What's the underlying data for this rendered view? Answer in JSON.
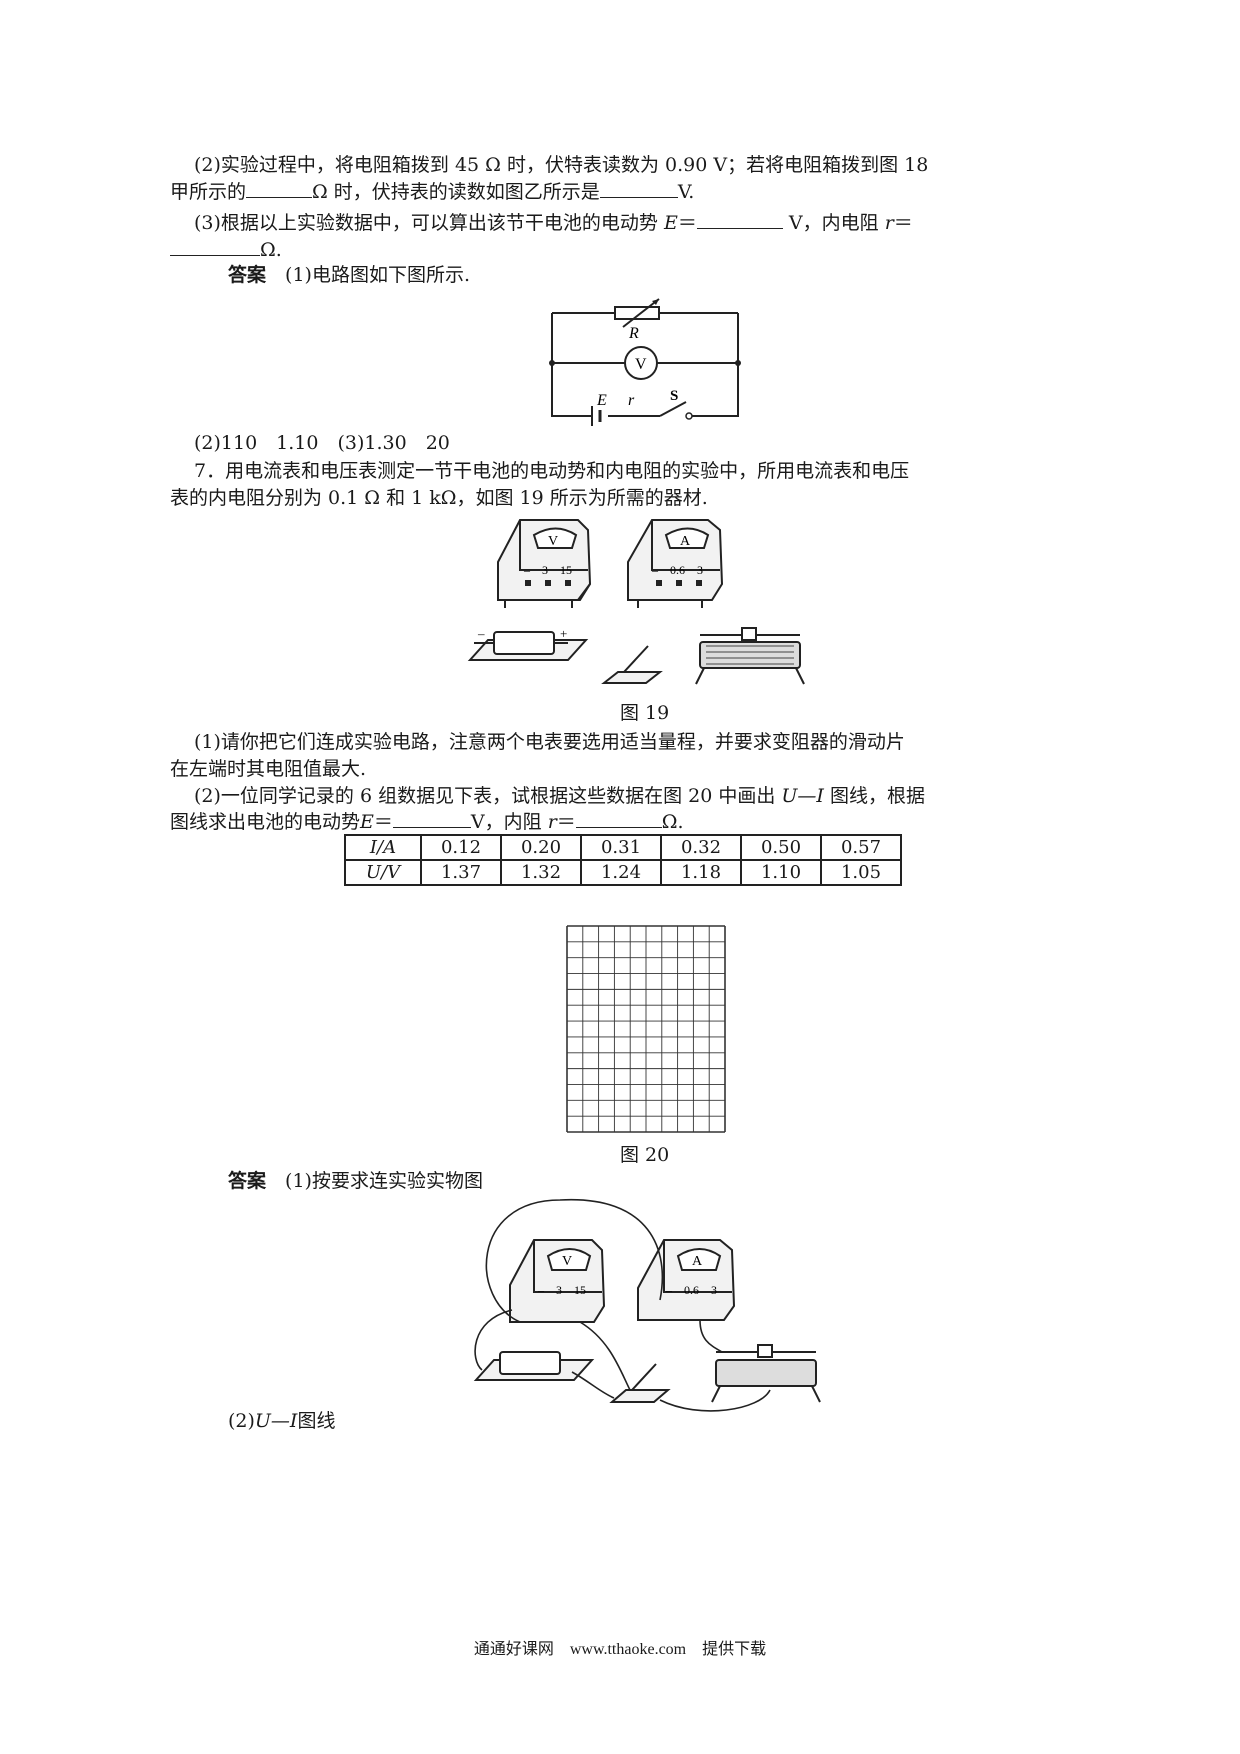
{
  "q6": {
    "p2_line1": "(2)实验过程中，将电阻箱拨到 45 Ω 时，伏特表读数为 0.90 V；若将电阻箱拨到图 18",
    "p2_line2_a": "甲所示的",
    "p2_line2_b": "Ω 时，伏持表的读数如图乙所示是",
    "p2_line2_c": "V.",
    "p3_line1_a": "(3)根据以上实验数据中，可以算出该节干电池的电动势",
    "p3_E": "E",
    "p3_eq": "＝",
    "p3_line1_b": "V，内电阻",
    "p3_r": "r",
    "p3_eq2": "＝",
    "p3_line2": "Ω.",
    "answer_label": "答案",
    "answer_1": "(1)电路图如下图所示.",
    "answer_2": "(2)110　1.10　(3)1.30　20"
  },
  "circuit": {
    "R": "R",
    "V": "V",
    "E": "E",
    "r": "r",
    "S": "S"
  },
  "q7": {
    "line1": "7．用电流表和电压表测定一节干电池的电动势和内电阻的实验中，所用电流表和电压",
    "line2": "表的内电阻分别为 0.1 Ω 和 1 kΩ，如图 19 所示为所需的器材.",
    "fig19_caption": "图 19",
    "meter_v": "V",
    "meter_v_terms": "–　3　15",
    "meter_a": "A",
    "meter_a_terms": "–　0.6　3",
    "battery_minus": "–",
    "battery_plus": "+",
    "p1_line1": "(1)请你把它们连成实验电路，注意两个电表要选用适当量程，并要求变阻器的滑动片",
    "p1_line2": "在左端时其电阻值最大.",
    "p2_line1_a": "(2)一位同学记录的 6 组数据见下表，试根据这些数据在图 20 中画出",
    "p2_ui": "U—I",
    "p2_line1_b": "图线，根据",
    "p2_line2_a": "图线求出电池的电动势",
    "p2_E": "E",
    "p2_eq": "＝",
    "p2_line2_b": "V，内阻",
    "p2_r": "r",
    "p2_eq2": "＝",
    "p2_line2_c": "Ω.",
    "table": {
      "row_I_header": "I/A",
      "row_U_header": "U/V",
      "I": [
        "0.12",
        "0.20",
        "0.31",
        "0.32",
        "0.50",
        "0.57"
      ],
      "U": [
        "1.37",
        "1.32",
        "1.24",
        "1.18",
        "1.10",
        "1.05"
      ]
    },
    "fig20_caption": "图 20",
    "answer_label": "答案",
    "answer_1": "(1)按要求连实验实物图",
    "answer_2_a": "(2)",
    "answer_2_ui": "U—I",
    "answer_2_b": "图线"
  },
  "footer": "通通好课网　www.tthaoke.com　提供下载"
}
